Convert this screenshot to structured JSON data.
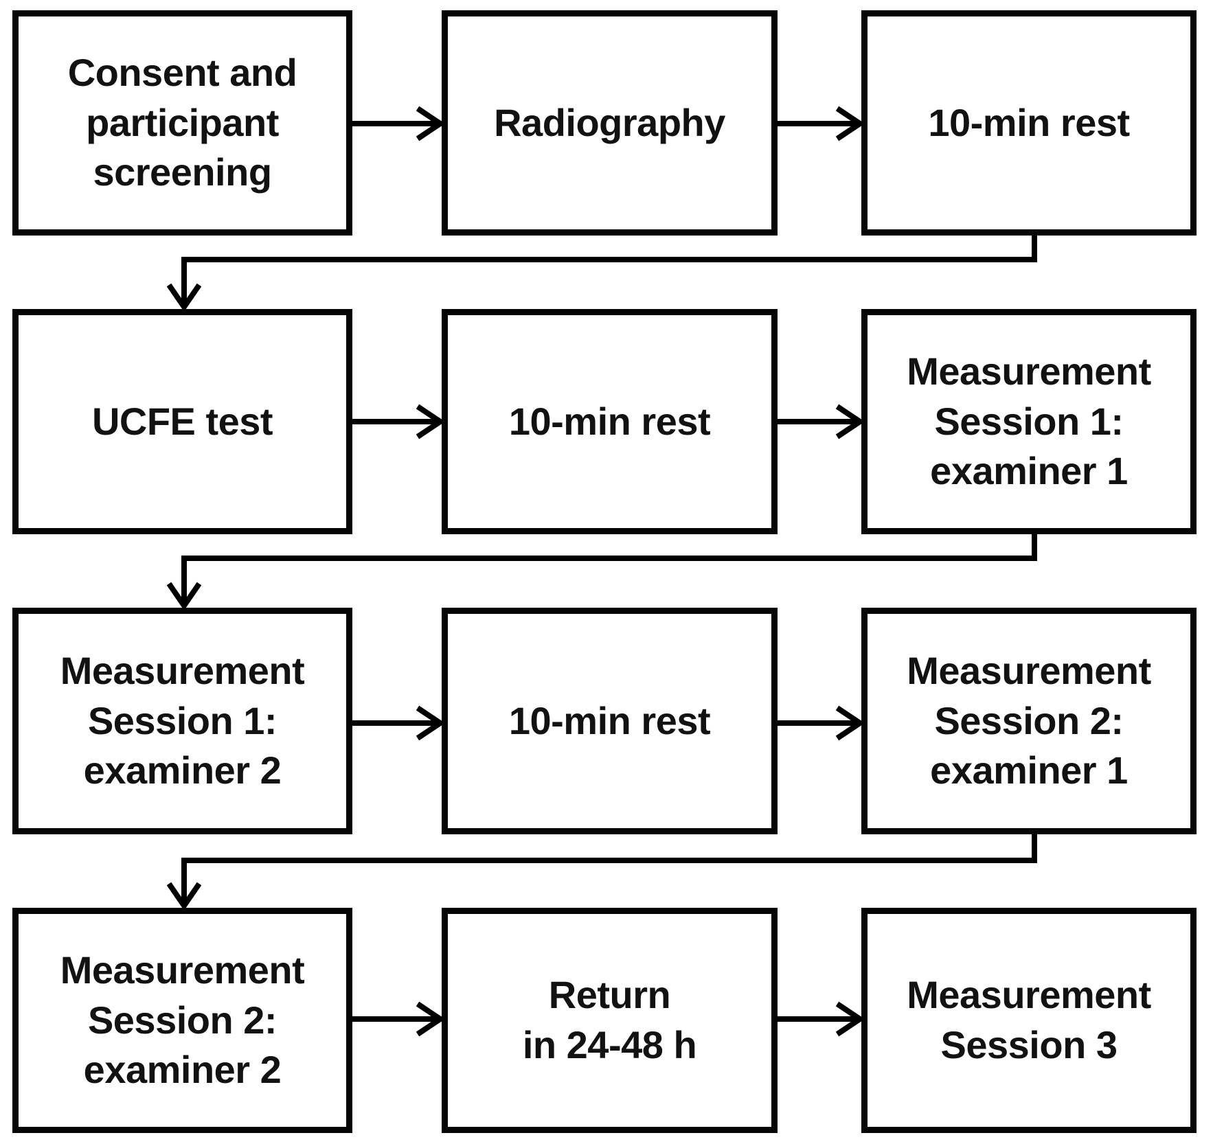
{
  "diagram": {
    "type": "flowchart",
    "colors": {
      "line": "#000000",
      "box_border": "#050505",
      "text": "#121212",
      "background": "#ffffff"
    },
    "boxes": [
      {
        "id": "consent-screening",
        "row": 1,
        "col": 1,
        "text": "Consent and\nparticipant\nscreening"
      },
      {
        "id": "radiography",
        "row": 1,
        "col": 2,
        "text": "Radiography"
      },
      {
        "id": "rest-1",
        "row": 1,
        "col": 3,
        "text": "10-min rest"
      },
      {
        "id": "ucfe-test",
        "row": 2,
        "col": 1,
        "text": "UCFE test"
      },
      {
        "id": "rest-2",
        "row": 2,
        "col": 2,
        "text": "10-min rest"
      },
      {
        "id": "measurement-s1-e1",
        "row": 2,
        "col": 3,
        "text": "Measurement\nSession 1:\nexaminer 1"
      },
      {
        "id": "measurement-s1-e2",
        "row": 3,
        "col": 1,
        "text": "Measurement\nSession 1:\nexaminer 2"
      },
      {
        "id": "rest-3",
        "row": 3,
        "col": 2,
        "text": "10-min rest"
      },
      {
        "id": "measurement-s2-e1",
        "row": 3,
        "col": 3,
        "text": "Measurement\nSession 2:\nexaminer 1"
      },
      {
        "id": "measurement-s2-e2",
        "row": 4,
        "col": 1,
        "text": "Measurement\nSession 2:\nexaminer 2"
      },
      {
        "id": "return-24-48h",
        "row": 4,
        "col": 2,
        "text": "Return\nin 24-48 h"
      },
      {
        "id": "measurement-s3",
        "row": 4,
        "col": 3,
        "text": "Measurement\nSession 3"
      }
    ],
    "flow_order": [
      "consent-screening",
      "radiography",
      "rest-1",
      "ucfe-test",
      "rest-2",
      "measurement-s1-e1",
      "measurement-s1-e2",
      "rest-3",
      "measurement-s2-e1",
      "measurement-s2-e2",
      "return-24-48h",
      "measurement-s3"
    ]
  }
}
